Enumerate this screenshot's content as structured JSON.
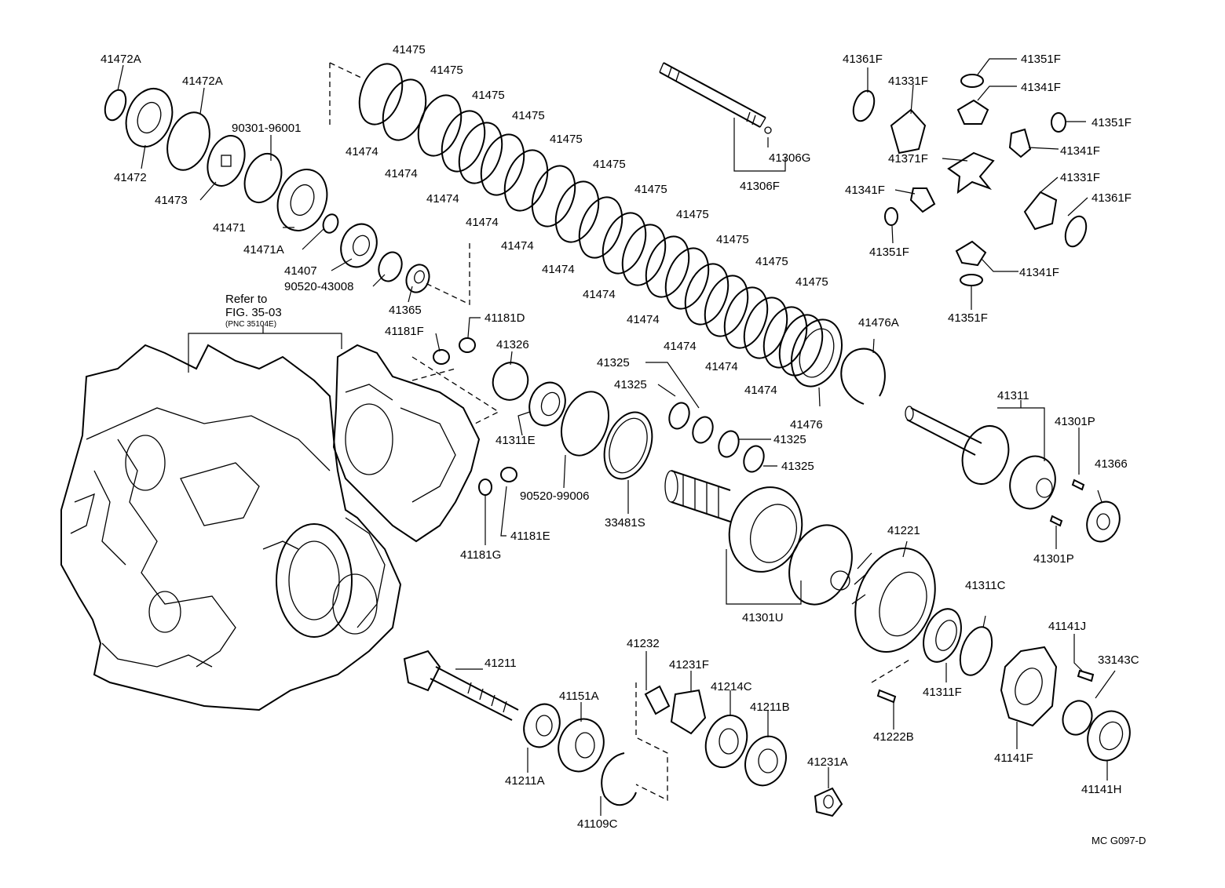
{
  "drawing_code": "MC G097-D",
  "reference_note": {
    "line1": "Refer to",
    "line2": "FIG. 35-03",
    "line3": "(PNC 35104E)"
  },
  "labels": {
    "p41472A_a": "41472A",
    "p41472A_b": "41472A",
    "p41472": "41472",
    "p41473": "41473",
    "p90301": "90301-96001",
    "p41471": "41471",
    "p41471A": "41471A",
    "p41407": "41407",
    "p90520_43008": "90520-43008",
    "p41365": "41365",
    "p41474_1": "41474",
    "p41474_2": "41474",
    "p41474_3": "41474",
    "p41474_4": "41474",
    "p41474_5": "41474",
    "p41474_6": "41474",
    "p41474_7": "41474",
    "p41474_8": "41474",
    "p41474_9": "41474",
    "p41474_10": "41474",
    "p41474_11": "41474",
    "p41475_1": "41475",
    "p41475_2": "41475",
    "p41475_3": "41475",
    "p41475_4": "41475",
    "p41475_5": "41475",
    "p41475_6": "41475",
    "p41475_7": "41475",
    "p41475_8": "41475",
    "p41475_9": "41475",
    "p41475_10": "41475",
    "p41475_11": "41475",
    "p41476A": "41476A",
    "p41476": "41476",
    "p41306G": "41306G",
    "p41306F": "41306F",
    "p41361F_a": "41361F",
    "p41361F_b": "41361F",
    "p41331F_a": "41331F",
    "p41331F_b": "41331F",
    "p41351F_a": "41351F",
    "p41351F_b": "41351F",
    "p41351F_c": "41351F",
    "p41351F_d": "41351F",
    "p41341F_a": "41341F",
    "p41341F_b": "41341F",
    "p41341F_c": "41341F",
    "p41341F_d": "41341F",
    "p41371F": "41371F",
    "p41181F": "41181F",
    "p41181D": "41181D",
    "p41326": "41326",
    "p41311E": "41311E",
    "p41325_a": "41325",
    "p41325_b": "41325",
    "p41325_c": "41325",
    "p41325_d": "41325",
    "p90520_99006": "90520-99006",
    "p33481S": "33481S",
    "p41181E": "41181E",
    "p41181G": "41181G",
    "p41311": "41311",
    "p41301P_a": "41301P",
    "p41301P_b": "41301P",
    "p41366": "41366",
    "p41221": "41221",
    "p41301U": "41301U",
    "p41311C": "41311C",
    "p41311F": "41311F",
    "p41141J": "41141J",
    "p33143C": "33143C",
    "p41141F": "41141F",
    "p41141H": "41141H",
    "p41222B": "41222B",
    "p41211": "41211",
    "p41151A": "41151A",
    "p41211A": "41211A",
    "p41109C": "41109C",
    "p41232": "41232",
    "p41231F": "41231F",
    "p41214C": "41214C",
    "p41211B": "41211B",
    "p41231A": "41231A"
  }
}
